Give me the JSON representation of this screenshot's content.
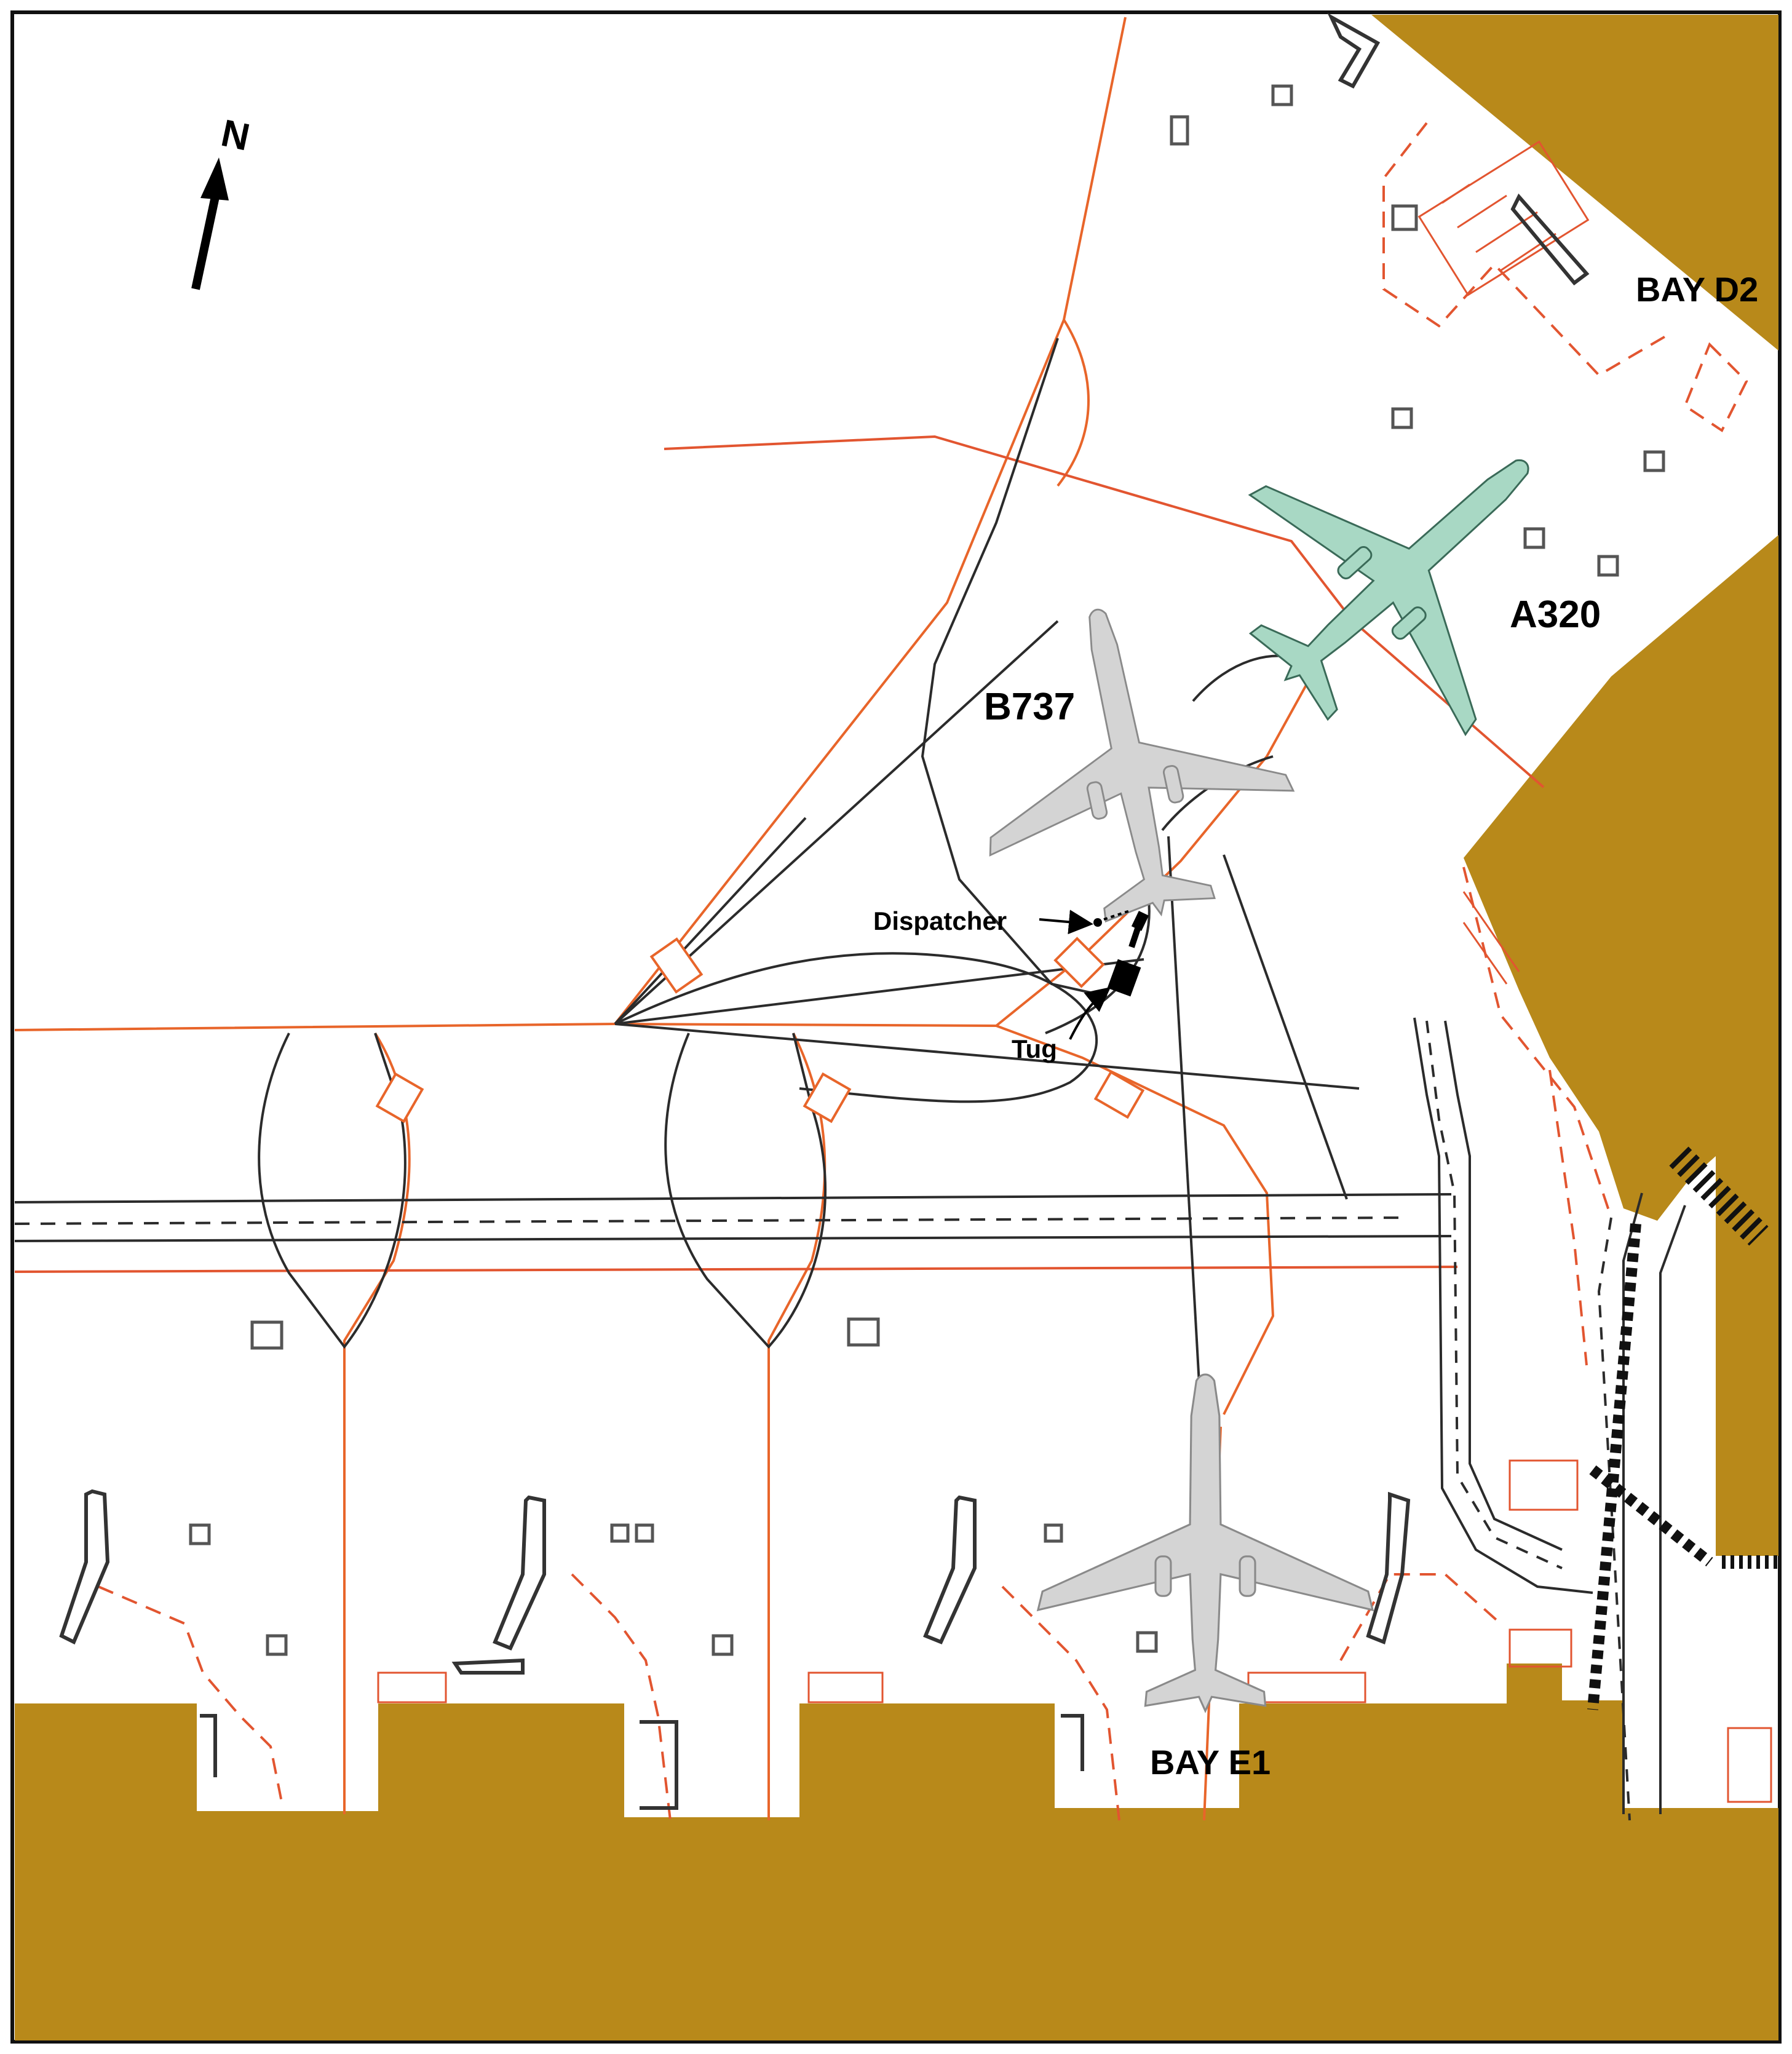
{
  "map": {
    "north_label": "N",
    "colors": {
      "terminal": "#B8891A",
      "taxi_lines": "#E8652A",
      "stand_lines": "#E25530",
      "towing_paths": "#2B2B2B",
      "a320_fill": "#A8D8C4",
      "b737_fill": "#D4D4D4",
      "frame": "#111111"
    },
    "aircraft": [
      {
        "type": "B737",
        "label": "B737",
        "role": "being pushed back"
      },
      {
        "type": "A320",
        "label": "A320",
        "role": "parked at Bay D2"
      },
      {
        "type": "B737",
        "label": "",
        "role": "parked at Bay E1"
      }
    ],
    "bays": {
      "d2": "BAY D2",
      "e1": "BAY E1"
    },
    "annotations": {
      "dispatcher": "Dispatcher",
      "tug": "Tug"
    },
    "icons": [
      "north-arrow-icon",
      "aircraft-icon",
      "tug-icon",
      "arrow-icon"
    ]
  }
}
